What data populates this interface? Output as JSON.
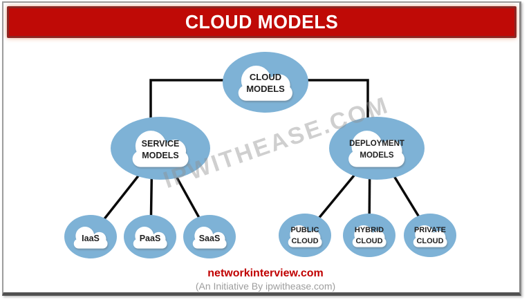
{
  "header": {
    "title": "CLOUD MODELS"
  },
  "watermark": "IPWITHEASE.COM",
  "diagram": {
    "root": {
      "line1": "CLOUD",
      "line2": "MODELS"
    },
    "service": {
      "line1": "SERVICE",
      "line2": "MODELS"
    },
    "deployment": {
      "line1": "DEPLOYMENT",
      "line2": "MODELS"
    },
    "service_children": [
      {
        "label": "IaaS"
      },
      {
        "label": "PaaS"
      },
      {
        "label": "SaaS"
      }
    ],
    "deployment_children": [
      {
        "line1": "PUBLIC",
        "line2": "CLOUD"
      },
      {
        "line1": "HYBRID",
        "line2": "CLOUD"
      },
      {
        "line1": "PRIVATE",
        "line2": "CLOUD"
      }
    ]
  },
  "footer": {
    "site": "networkinterview.com",
    "tagline": "(An Initiative By ipwithease.com)"
  },
  "colors": {
    "banner_red": "#bf0a06",
    "banner_border": "#8d2622",
    "node_blue": "#7eb2d6",
    "line_black": "#0a0a0a",
    "footer_red": "#c00000",
    "footer_gray": "#9d9d9d",
    "watermark_gray": "#8f8f8f"
  }
}
